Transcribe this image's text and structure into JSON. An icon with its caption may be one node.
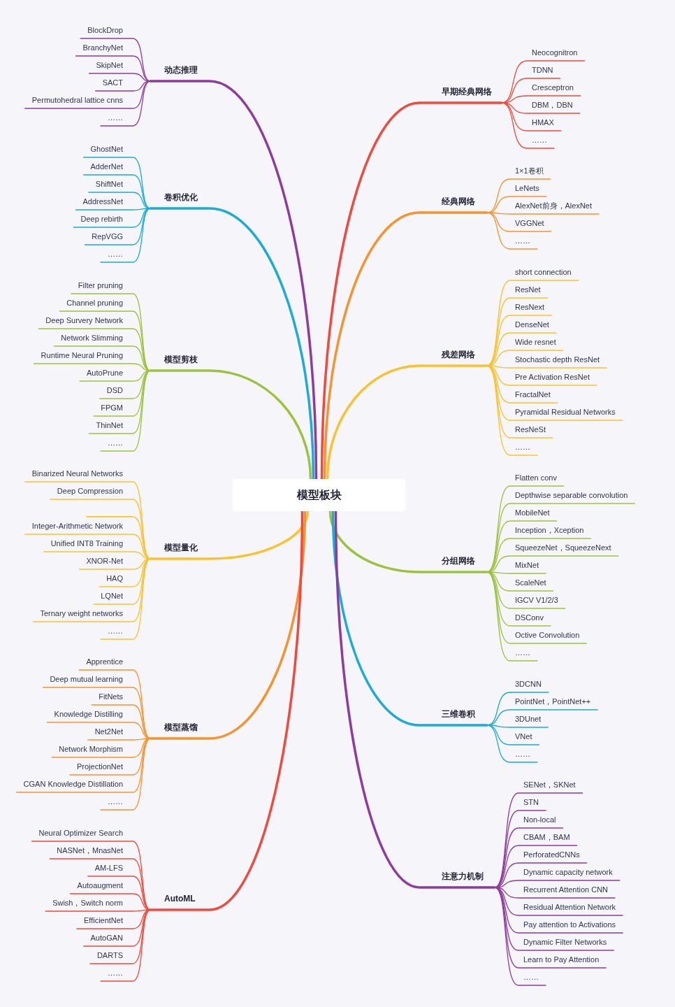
{
  "diagram": {
    "nodes": [
      {
        "text": [
          "模型板块"
        ]
      },
      {
        "text": [
          "动态推理"
        ]
      },
      {
        "text": [
          "BlockDrop"
        ]
      },
      {
        "text": [
          "BranchyNet"
        ]
      },
      {
        "text": [
          "SkipNet"
        ]
      },
      {
        "text": [
          "SACT"
        ]
      },
      {
        "text": [
          "Permutohedral lattice cnns"
        ]
      },
      {
        "text": [
          "……"
        ]
      },
      {
        "text": [
          "卷积优化"
        ]
      },
      {
        "text": [
          "GhostNet"
        ]
      },
      {
        "text": [
          "AdderNet"
        ]
      },
      {
        "text": [
          "ShiftNet"
        ]
      },
      {
        "text": [
          "AddressNet"
        ]
      },
      {
        "text": [
          "Deep rebirth"
        ]
      },
      {
        "text": [
          "RepVGG"
        ]
      },
      {
        "text": [
          "……"
        ]
      },
      {
        "text": [
          "模型剪枝"
        ]
      },
      {
        "text": [
          "Filter pruning"
        ]
      },
      {
        "text": [
          "Channel pruning"
        ]
      },
      {
        "text": [
          "Deep Survery Network"
        ]
      },
      {
        "text": [
          "Network Slimming"
        ]
      },
      {
        "text": [
          "Runtime Neural Pruning"
        ]
      },
      {
        "text": [
          "AutoPrune"
        ]
      },
      {
        "text": [
          "DSD"
        ]
      },
      {
        "text": [
          "FPGM"
        ]
      },
      {
        "text": [
          "ThinNet"
        ]
      },
      {
        "text": [
          "……"
        ]
      },
      {
        "text": [
          "模型量化"
        ]
      },
      {
        "text": [
          "Binarized Neural Networks"
        ]
      },
      {
        "text": [
          "Deep Compression"
        ]
      },
      {
        "text": [],
        "shape": "line"
      },
      {
        "text": [
          "Integer-Arithmetic Network"
        ]
      },
      {
        "text": [
          "Unified INT8 Training"
        ]
      },
      {
        "text": [
          "XNOR-Net"
        ]
      },
      {
        "text": [
          "HAQ"
        ]
      },
      {
        "text": [
          "LQNet"
        ]
      },
      {
        "text": [
          "Ternary weight networks"
        ]
      },
      {
        "text": [
          "……"
        ]
      },
      {
        "text": [
          "模型蒸馏"
        ]
      },
      {
        "text": [
          "Apprentice"
        ]
      },
      {
        "text": [
          "Deep mutual learning"
        ]
      },
      {
        "text": [
          "FitNets"
        ]
      },
      {
        "text": [
          "Knowledge Distilling"
        ]
      },
      {
        "text": [
          "Net2Net"
        ]
      },
      {
        "text": [
          "Network Morphism"
        ]
      },
      {
        "text": [
          "ProjectionNet"
        ]
      },
      {
        "text": [
          "CGAN Knowledge Distillation"
        ]
      },
      {
        "text": [
          "……"
        ]
      },
      {
        "text": [
          "AutoML"
        ]
      },
      {
        "text": [
          "Neural Optimizer Search"
        ]
      },
      {
        "text": [
          "NASNet，MnasNet"
        ]
      },
      {
        "text": [
          "AM-LFS"
        ]
      },
      {
        "text": [
          "Autoaugment"
        ]
      },
      {
        "text": [
          "Swish，Switch norm"
        ]
      },
      {
        "text": [
          "EfficientNet"
        ]
      },
      {
        "text": [
          "AutoGAN"
        ]
      },
      {
        "text": [
          "DARTS"
        ]
      },
      {
        "text": [
          "……"
        ]
      },
      {
        "text": [
          "早期经典网络"
        ]
      },
      {
        "text": [
          "Neocognitron"
        ]
      },
      {
        "text": [
          "TDNN"
        ]
      },
      {
        "text": [
          "Cresceptron"
        ]
      },
      {
        "text": [
          "DBM，DBN"
        ]
      },
      {
        "text": [
          "HMAX"
        ]
      },
      {
        "text": [
          "……"
        ]
      },
      {
        "text": [
          "经典网络"
        ]
      },
      {
        "text": [
          "1×1卷积"
        ]
      },
      {
        "text": [
          "LeNets"
        ]
      },
      {
        "text": [
          "AlexNet前身，AlexNet"
        ]
      },
      {
        "text": [
          "VGGNet"
        ]
      },
      {
        "text": [
          "……"
        ]
      },
      {
        "text": [
          "残差网络"
        ]
      },
      {
        "text": [
          "short connection"
        ]
      },
      {
        "text": [
          "ResNet"
        ]
      },
      {
        "text": [
          "ResNext"
        ]
      },
      {
        "text": [
          "DenseNet"
        ]
      },
      {
        "text": [
          "Wide resnet"
        ]
      },
      {
        "text": [
          "Stochastic depth ResNet"
        ]
      },
      {
        "text": [
          "Pre Activation ResNet"
        ]
      },
      {
        "text": [
          "FractalNet"
        ]
      },
      {
        "text": [
          "Pyramidal Residual Networks"
        ]
      },
      {
        "text": [
          "ResNeSt"
        ]
      },
      {
        "text": [
          "……"
        ]
      },
      {
        "text": [
          "分组网络"
        ]
      },
      {
        "text": [
          "Flatten conv"
        ]
      },
      {
        "text": [
          "Depthwise separable convolution"
        ]
      },
      {
        "text": [
          "MobileNet"
        ]
      },
      {
        "text": [
          "Inception，Xception"
        ]
      },
      {
        "text": [
          "SqueezeNet，SqueezeNext"
        ]
      },
      {
        "text": [
          "MixNet"
        ]
      },
      {
        "text": [
          "ScaleNet"
        ]
      },
      {
        "text": [
          "IGCV V1/2/3"
        ]
      },
      {
        "text": [
          "DSConv"
        ]
      },
      {
        "text": [
          "Octive Convolution"
        ]
      },
      {
        "text": [
          "……"
        ]
      },
      {
        "text": [
          "三维卷积"
        ]
      },
      {
        "text": [
          "3DCNN"
        ]
      },
      {
        "text": [
          "PointNet，PointNet++"
        ]
      },
      {
        "text": [
          "3DUnet"
        ]
      },
      {
        "text": [
          "VNet"
        ]
      },
      {
        "text": [
          "……"
        ]
      },
      {
        "text": [
          "注意力机制"
        ]
      },
      {
        "text": [
          "SENet，SKNet"
        ]
      },
      {
        "text": [
          "STN"
        ]
      },
      {
        "text": [
          "Non-local"
        ]
      },
      {
        "text": [
          "CBAM，BAM"
        ]
      },
      {
        "text": [
          "PerforatedCNNs"
        ]
      },
      {
        "text": [
          "Dynamic capacity network"
        ]
      },
      {
        "text": [
          "Recurrent Attention CNN"
        ]
      },
      {
        "text": [
          "Residual Attention Network"
        ]
      },
      {
        "text": [
          "Pay attention to Activations"
        ]
      },
      {
        "text": [
          "Dynamic Filter Networks"
        ]
      },
      {
        "text": [
          "Learn to Pay Attention"
        ]
      },
      {
        "text": [
          "……"
        ]
      }
    ],
    "edges": [
      {
        "from": 0,
        "to": 1,
        "arrow": "none",
        "style": "thick",
        "color": "#8e3a9e"
      },
      {
        "from": 0,
        "to": 8,
        "arrow": "none",
        "style": "thick",
        "color": "#1aabd6"
      },
      {
        "from": 0,
        "to": 16,
        "arrow": "none",
        "style": "thick",
        "color": "#9cc23f"
      },
      {
        "from": 0,
        "to": 27,
        "arrow": "none",
        "style": "thick",
        "color": "#f9c22e"
      },
      {
        "from": 0,
        "to": 38,
        "arrow": "none",
        "style": "thick",
        "color": "#f7932f"
      },
      {
        "from": 0,
        "to": 48,
        "arrow": "none",
        "style": "thick",
        "color": "#ef4a3d"
      },
      {
        "from": 0,
        "to": 58,
        "arrow": "none",
        "style": "thick",
        "color": "#ef4a3d"
      },
      {
        "from": 0,
        "to": 65,
        "arrow": "none",
        "style": "thick",
        "color": "#f7932f"
      },
      {
        "from": 0,
        "to": 71,
        "arrow": "none",
        "style": "thick",
        "color": "#f9c22e"
      },
      {
        "from": 0,
        "to": 83,
        "arrow": "none",
        "style": "thick",
        "color": "#9cc23f"
      },
      {
        "from": 0,
        "to": 95,
        "arrow": "none",
        "style": "thick",
        "color": "#1aabd6"
      },
      {
        "from": 0,
        "to": 101,
        "arrow": "none",
        "style": "thick",
        "color": "#8e3a9e"
      },
      {
        "from": 1,
        "to": 2,
        "arrow": "none",
        "color": "#8e3a9e"
      },
      {
        "from": 1,
        "to": 3,
        "arrow": "none",
        "color": "#8e3a9e"
      },
      {
        "from": 1,
        "to": 4,
        "arrow": "none",
        "color": "#8e3a9e"
      },
      {
        "from": 1,
        "to": 5,
        "arrow": "none",
        "color": "#8e3a9e"
      },
      {
        "from": 1,
        "to": 6,
        "arrow": "none",
        "color": "#8e3a9e"
      },
      {
        "from": 1,
        "to": 7,
        "arrow": "none",
        "color": "#8e3a9e"
      },
      {
        "from": 8,
        "to": 9,
        "arrow": "none",
        "color": "#1aabd6"
      },
      {
        "from": 8,
        "to": 10,
        "arrow": "none",
        "color": "#1aabd6"
      },
      {
        "from": 8,
        "to": 11,
        "arrow": "none",
        "color": "#1aabd6"
      },
      {
        "from": 8,
        "to": 12,
        "arrow": "none",
        "color": "#1aabd6"
      },
      {
        "from": 8,
        "to": 13,
        "arrow": "none",
        "color": "#1aabd6"
      },
      {
        "from": 8,
        "to": 14,
        "arrow": "none",
        "color": "#1aabd6"
      },
      {
        "from": 8,
        "to": 15,
        "arrow": "none",
        "color": "#1aabd6"
      },
      {
        "from": 16,
        "to": 17,
        "arrow": "none",
        "color": "#9cc23f"
      },
      {
        "from": 16,
        "to": 18,
        "arrow": "none",
        "color": "#9cc23f"
      },
      {
        "from": 16,
        "to": 19,
        "arrow": "none",
        "color": "#9cc23f"
      },
      {
        "from": 16,
        "to": 20,
        "arrow": "none",
        "color": "#9cc23f"
      },
      {
        "from": 16,
        "to": 21,
        "arrow": "none",
        "color": "#9cc23f"
      },
      {
        "from": 16,
        "to": 22,
        "arrow": "none",
        "color": "#9cc23f"
      },
      {
        "from": 16,
        "to": 23,
        "arrow": "none",
        "color": "#9cc23f"
      },
      {
        "from": 16,
        "to": 24,
        "arrow": "none",
        "color": "#9cc23f"
      },
      {
        "from": 16,
        "to": 25,
        "arrow": "none",
        "color": "#9cc23f"
      },
      {
        "from": 16,
        "to": 26,
        "arrow": "none",
        "color": "#9cc23f"
      },
      {
        "from": 27,
        "to": 28,
        "arrow": "none",
        "color": "#f9c22e"
      },
      {
        "from": 27,
        "to": 29,
        "arrow": "none",
        "color": "#f9c22e"
      },
      {
        "from": 27,
        "to": 30,
        "arrow": "none",
        "color": "#f9c22e"
      },
      {
        "from": 27,
        "to": 31,
        "arrow": "none",
        "color": "#f9c22e"
      },
      {
        "from": 27,
        "to": 32,
        "arrow": "none",
        "color": "#f9c22e"
      },
      {
        "from": 27,
        "to": 33,
        "arrow": "none",
        "color": "#f9c22e"
      },
      {
        "from": 27,
        "to": 34,
        "arrow": "none",
        "color": "#f9c22e"
      },
      {
        "from": 27,
        "to": 35,
        "arrow": "none",
        "color": "#f9c22e"
      },
      {
        "from": 27,
        "to": 36,
        "arrow": "none",
        "color": "#f9c22e"
      },
      {
        "from": 27,
        "to": 37,
        "arrow": "none",
        "color": "#f9c22e"
      },
      {
        "from": 38,
        "to": 39,
        "arrow": "none",
        "color": "#f7932f"
      },
      {
        "from": 38,
        "to": 40,
        "arrow": "none",
        "color": "#f7932f"
      },
      {
        "from": 38,
        "to": 41,
        "arrow": "none",
        "color": "#f7932f"
      },
      {
        "from": 38,
        "to": 42,
        "arrow": "none",
        "color": "#f7932f"
      },
      {
        "from": 38,
        "to": 43,
        "arrow": "none",
        "color": "#f7932f"
      },
      {
        "from": 38,
        "to": 44,
        "arrow": "none",
        "color": "#f7932f"
      },
      {
        "from": 38,
        "to": 45,
        "arrow": "none",
        "color": "#f7932f"
      },
      {
        "from": 38,
        "to": 46,
        "arrow": "none",
        "color": "#f7932f"
      },
      {
        "from": 38,
        "to": 47,
        "arrow": "none",
        "color": "#f7932f"
      },
      {
        "from": 48,
        "to": 49,
        "arrow": "none",
        "color": "#ef4a3d"
      },
      {
        "from": 48,
        "to": 50,
        "arrow": "none",
        "color": "#ef4a3d"
      },
      {
        "from": 48,
        "to": 51,
        "arrow": "none",
        "color": "#ef4a3d"
      },
      {
        "from": 48,
        "to": 52,
        "arrow": "none",
        "color": "#ef4a3d"
      },
      {
        "from": 48,
        "to": 53,
        "arrow": "none",
        "color": "#ef4a3d"
      },
      {
        "from": 48,
        "to": 54,
        "arrow": "none",
        "color": "#ef4a3d"
      },
      {
        "from": 48,
        "to": 55,
        "arrow": "none",
        "color": "#ef4a3d"
      },
      {
        "from": 48,
        "to": 56,
        "arrow": "none",
        "color": "#ef4a3d"
      },
      {
        "from": 48,
        "to": 57,
        "arrow": "none",
        "color": "#ef4a3d"
      },
      {
        "from": 58,
        "to": 59,
        "arrow": "none",
        "color": "#ef4a3d"
      },
      {
        "from": 58,
        "to": 60,
        "arrow": "none",
        "color": "#ef4a3d"
      },
      {
        "from": 58,
        "to": 61,
        "arrow": "none",
        "color": "#ef4a3d"
      },
      {
        "from": 58,
        "to": 62,
        "arrow": "none",
        "color": "#ef4a3d"
      },
      {
        "from": 58,
        "to": 63,
        "arrow": "none",
        "color": "#ef4a3d"
      },
      {
        "from": 58,
        "to": 64,
        "arrow": "none",
        "color": "#ef4a3d"
      },
      {
        "from": 65,
        "to": 66,
        "arrow": "none",
        "color": "#f7932f"
      },
      {
        "from": 65,
        "to": 67,
        "arrow": "none",
        "color": "#f7932f"
      },
      {
        "from": 65,
        "to": 68,
        "arrow": "none",
        "color": "#f7932f"
      },
      {
        "from": 65,
        "to": 69,
        "arrow": "none",
        "color": "#f7932f"
      },
      {
        "from": 65,
        "to": 70,
        "arrow": "none",
        "color": "#f7932f"
      },
      {
        "from": 71,
        "to": 72,
        "arrow": "none",
        "color": "#f9c22e"
      },
      {
        "from": 71,
        "to": 73,
        "arrow": "none",
        "color": "#f9c22e"
      },
      {
        "from": 71,
        "to": 74,
        "arrow": "none",
        "color": "#f9c22e"
      },
      {
        "from": 71,
        "to": 75,
        "arrow": "none",
        "color": "#f9c22e"
      },
      {
        "from": 71,
        "to": 76,
        "arrow": "none",
        "color": "#f9c22e"
      },
      {
        "from": 71,
        "to": 77,
        "arrow": "none",
        "color": "#f9c22e"
      },
      {
        "from": 71,
        "to": 78,
        "arrow": "none",
        "color": "#f9c22e"
      },
      {
        "from": 71,
        "to": 79,
        "arrow": "none",
        "color": "#f9c22e"
      },
      {
        "from": 71,
        "to": 80,
        "arrow": "none",
        "color": "#f9c22e"
      },
      {
        "from": 71,
        "to": 81,
        "arrow": "none",
        "color": "#f9c22e"
      },
      {
        "from": 71,
        "to": 82,
        "arrow": "none",
        "color": "#f9c22e"
      },
      {
        "from": 83,
        "to": 84,
        "arrow": "none",
        "color": "#9cc23f"
      },
      {
        "from": 83,
        "to": 85,
        "arrow": "none",
        "color": "#9cc23f"
      },
      {
        "from": 83,
        "to": 86,
        "arrow": "none",
        "color": "#9cc23f"
      },
      {
        "from": 83,
        "to": 87,
        "arrow": "none",
        "color": "#9cc23f"
      },
      {
        "from": 83,
        "to": 88,
        "arrow": "none",
        "color": "#9cc23f"
      },
      {
        "from": 83,
        "to": 89,
        "arrow": "none",
        "color": "#9cc23f"
      },
      {
        "from": 83,
        "to": 90,
        "arrow": "none",
        "color": "#9cc23f"
      },
      {
        "from": 83,
        "to": 91,
        "arrow": "none",
        "color": "#9cc23f"
      },
      {
        "from": 83,
        "to": 92,
        "arrow": "none",
        "color": "#9cc23f"
      },
      {
        "from": 83,
        "to": 93,
        "arrow": "none",
        "color": "#9cc23f"
      },
      {
        "from": 83,
        "to": 94,
        "arrow": "none",
        "color": "#9cc23f"
      },
      {
        "from": 95,
        "to": 96,
        "arrow": "none",
        "color": "#1aabd6"
      },
      {
        "from": 95,
        "to": 97,
        "arrow": "none",
        "color": "#1aabd6"
      },
      {
        "from": 95,
        "to": 98,
        "arrow": "none",
        "color": "#1aabd6"
      },
      {
        "from": 95,
        "to": 99,
        "arrow": "none",
        "color": "#1aabd6"
      },
      {
        "from": 95,
        "to": 100,
        "arrow": "none",
        "color": "#1aabd6"
      },
      {
        "from": 101,
        "to": 102,
        "arrow": "none",
        "color": "#8e3a9e"
      },
      {
        "from": 101,
        "to": 103,
        "arrow": "none",
        "color": "#8e3a9e"
      },
      {
        "from": 101,
        "to": 104,
        "arrow": "none",
        "color": "#8e3a9e"
      },
      {
        "from": 101,
        "to": 105,
        "arrow": "none",
        "color": "#8e3a9e"
      },
      {
        "from": 101,
        "to": 106,
        "arrow": "none",
        "color": "#8e3a9e"
      },
      {
        "from": 101,
        "to": 107,
        "arrow": "none",
        "color": "#8e3a9e"
      },
      {
        "from": 101,
        "to": 108,
        "arrow": "none",
        "color": "#8e3a9e"
      },
      {
        "from": 101,
        "to": 109,
        "arrow": "none",
        "color": "#8e3a9e"
      },
      {
        "from": 101,
        "to": 110,
        "arrow": "none",
        "color": "#8e3a9e"
      },
      {
        "from": 101,
        "to": 111,
        "arrow": "none",
        "color": "#8e3a9e"
      },
      {
        "from": 101,
        "to": 112,
        "arrow": "none",
        "color": "#8e3a9e"
      },
      {
        "from": 101,
        "to": 113,
        "arrow": "none",
        "color": "#8e3a9e"
      }
    ]
  }
}
